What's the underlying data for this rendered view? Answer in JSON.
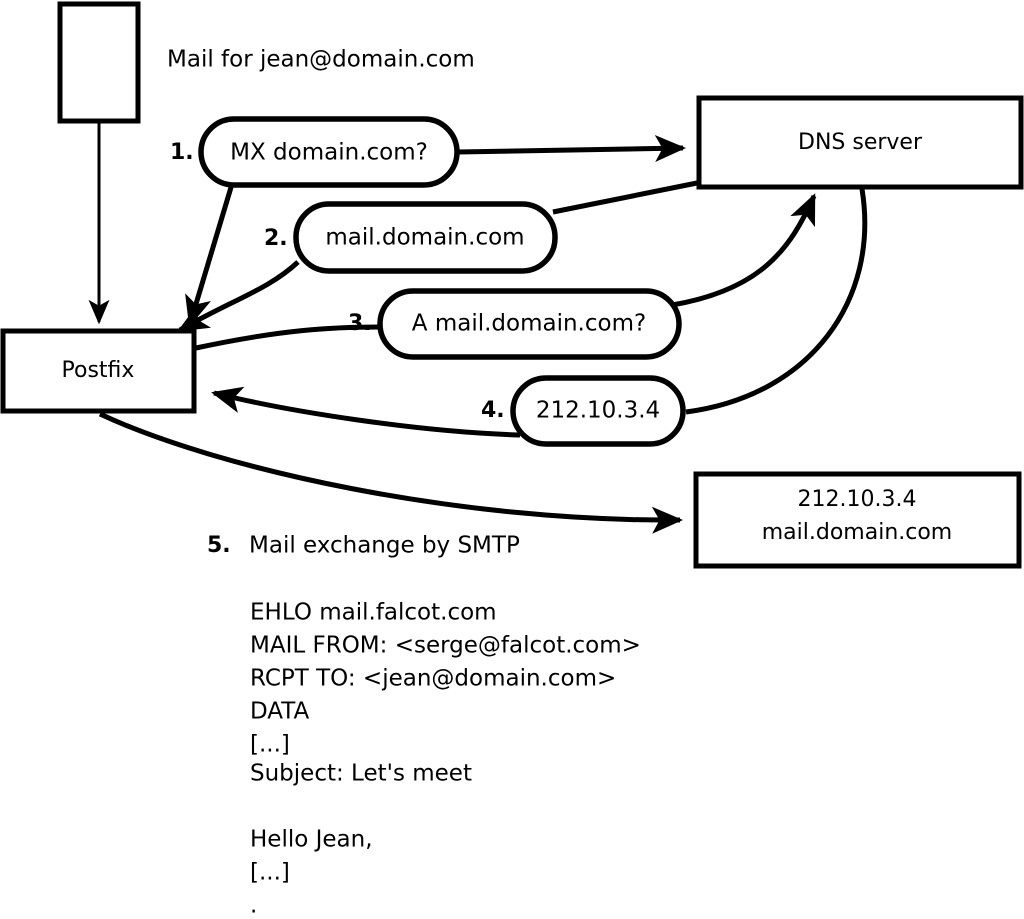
{
  "diagram": {
    "title_note": "Mail for jean@domain.com",
    "nodes": {
      "sender_box": {
        "label": ""
      },
      "postfix": {
        "label": "Postfix"
      },
      "dns_server": {
        "label": "DNS server"
      },
      "mail_server": {
        "line1": "212.10.3.4",
        "line2": "mail.domain.com"
      }
    },
    "steps": [
      {
        "number": "1.",
        "label": "MX domain.com?"
      },
      {
        "number": "2.",
        "label": "mail.domain.com"
      },
      {
        "number": "3.",
        "label": "A mail.domain.com?"
      },
      {
        "number": "4.",
        "label": "212.10.3.4"
      }
    ],
    "step5": {
      "number": "5.",
      "label": "Mail exchange by SMTP"
    },
    "transcript": [
      "EHLO mail.falcot.com",
      "MAIL FROM: <serge@falcot.com>",
      "RCPT TO: <jean@domain.com>",
      "DATA",
      "[...]",
      "Subject: Let's meet",
      "",
      "Hello Jean,",
      "[...]",
      "."
    ],
    "colors": {
      "stroke": "#000000",
      "fill": "#ffffff",
      "background": "#ffffff"
    }
  }
}
